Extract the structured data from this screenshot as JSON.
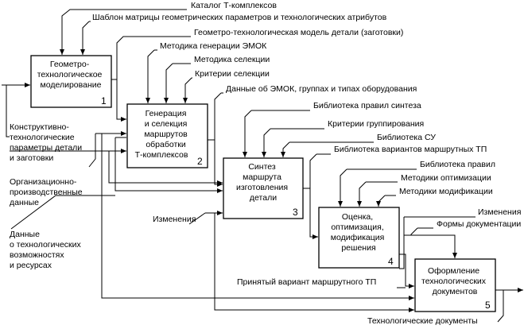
{
  "boxes": [
    {
      "id": 1,
      "number": "1",
      "lines": [
        "Геометро-",
        "технологическое",
        "моделирование"
      ]
    },
    {
      "id": 2,
      "number": "2",
      "lines": [
        "Генерация",
        "и селекция",
        "маршрутов",
        "обработки",
        "Т-комплексов"
      ]
    },
    {
      "id": 3,
      "number": "3",
      "lines": [
        "Синтез",
        "маршрута",
        "изготовления",
        "детали"
      ]
    },
    {
      "id": 4,
      "number": "4",
      "lines": [
        "Оценка,",
        "оптимизация,",
        "модификация",
        "решения"
      ]
    },
    {
      "id": 5,
      "number": "5",
      "lines": [
        "Оформление",
        "технологических",
        "документов"
      ]
    }
  ],
  "controls": {
    "b1_c1": "Каталог Т-комплексов",
    "b1_c2": "Шаблон матрицы геометрических параметров и технологических атрибутов",
    "b1_out": "Геометро-технологическая модель детали (заготовки)",
    "b2_c1": "Методика генерации ЭМОК",
    "b2_c2": "Методика селекции",
    "b2_c3": "Критерии селекции",
    "b2_out": "Данные об ЭМОК, группах и типах оборудования",
    "b3_c1": "Библиотека правил синтеза",
    "b3_c2": "Критерии группирования",
    "b3_c3": "Библиотека СУ",
    "b3_out": "Библиотека вариантов маршрутных ТП",
    "b4_c1": "Библиотека правил",
    "b4_c2": "Методики оптимизации",
    "b4_c3": "Методики модификации",
    "b5_c1": "Изменения",
    "b5_c2": "Формы документации"
  },
  "inputs": {
    "in1": [
      "Конструктивно-",
      "технологические",
      "параметры детали",
      "и заготовки"
    ],
    "in2": [
      "Организационно-",
      "производственные",
      "данные"
    ],
    "in3": [
      "Данные",
      "о технологических",
      "возможностях",
      "и ресурсах"
    ],
    "changes": "Изменения"
  },
  "outputs": {
    "route": "Принятый вариант маршрутного ТП",
    "docs": "Технологические документы"
  }
}
